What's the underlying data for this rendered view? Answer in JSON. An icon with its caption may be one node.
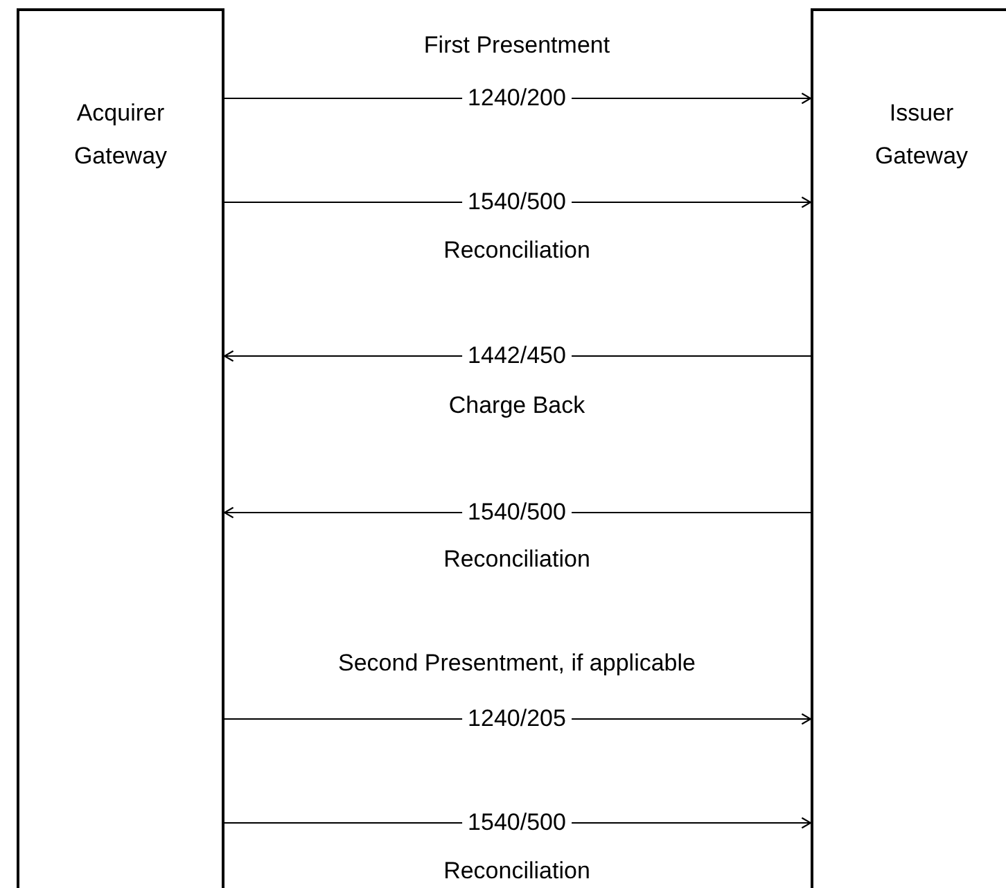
{
  "diagram": {
    "nodes": [
      {
        "text": [
          "Acquirer Gateway"
        ]
      },
      {
        "text": [
          "Issuer Gateway"
        ]
      }
    ],
    "edges": [
      {
        "from": 0,
        "to": 1,
        "arrow": "to",
        "label": "1240/200"
      },
      {
        "from": 0,
        "to": 1,
        "arrow": "to",
        "label": "1540/500"
      },
      {
        "from": 1,
        "to": 0,
        "arrow": "to",
        "label": "1442/450"
      },
      {
        "from": 1,
        "to": 0,
        "arrow": "to",
        "label": "1540/500"
      },
      {
        "from": 0,
        "to": 1,
        "arrow": "to",
        "label": "1240/205"
      },
      {
        "from": 0,
        "to": 1,
        "arrow": "to",
        "label": "1540/500"
      }
    ],
    "labels": [
      "First Presentment",
      "Reconciliation",
      "Charge Back",
      "Reconciliation",
      "Second Presentment, if applicable",
      "Reconciliation"
    ]
  }
}
